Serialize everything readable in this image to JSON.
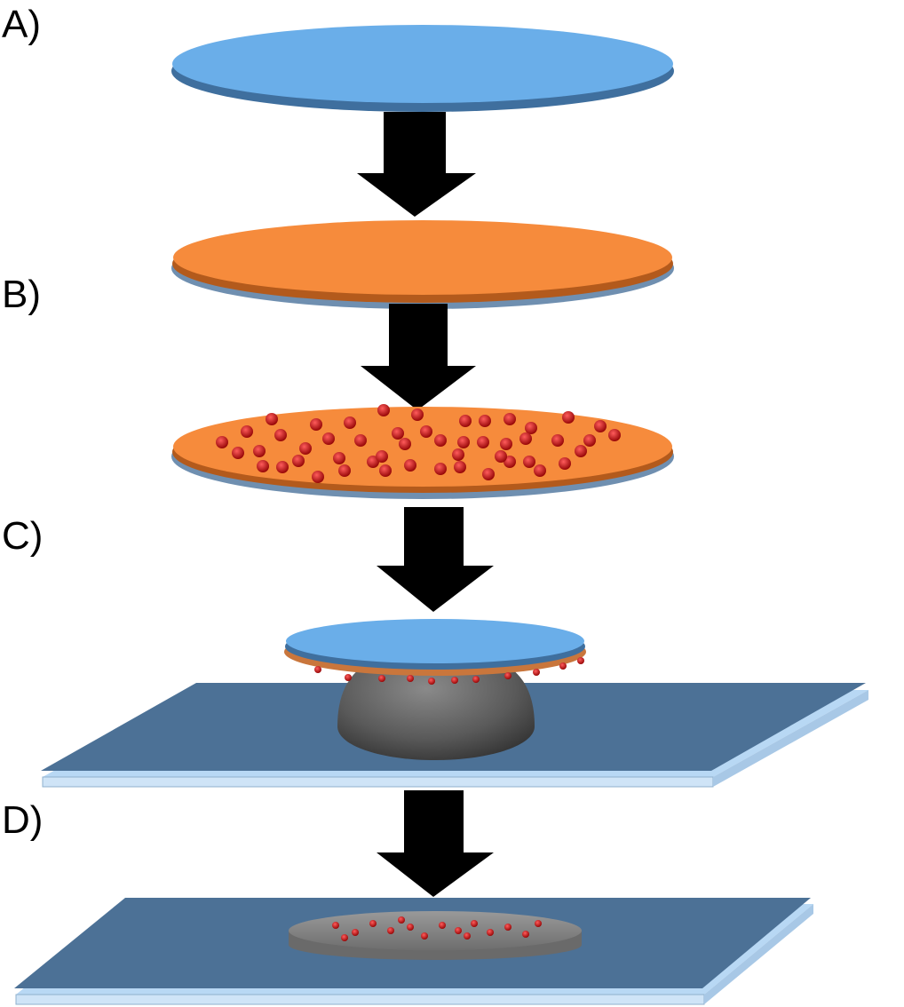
{
  "labels": {
    "a": "A)",
    "b": "B)",
    "c": "C)",
    "d": "D)"
  },
  "colors": {
    "blue_disc": "#6aaee9",
    "orange_disc": "#f68b3c",
    "slide": "#4c7196",
    "slide_edge": "#b8d8f4",
    "dots": "#c11111",
    "arrow": "#000000",
    "dome": "#5a5a5a",
    "residue_disc": "#8c8c8c"
  }
}
